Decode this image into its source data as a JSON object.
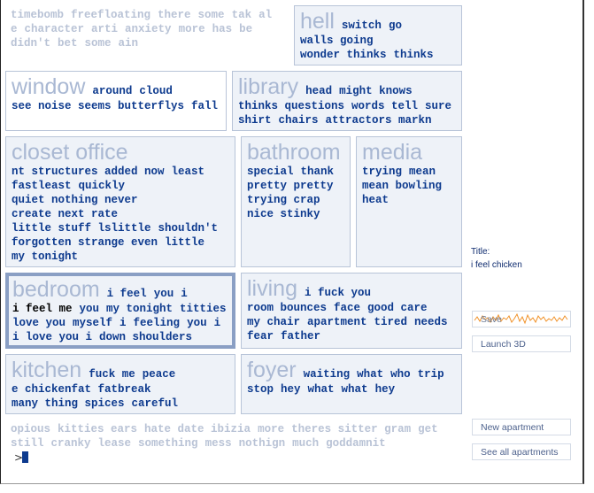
{
  "rooms": [
    "window",
    "library",
    "hell",
    "closet office",
    "living",
    "bathroom",
    "media",
    "bedroom",
    "kitchen",
    "foyer"
  ],
  "words": [
    "switch",
    "go",
    "walls going",
    "wonder thinks",
    "thinks",
    "around",
    "cloud",
    "see noise seems butterflys",
    "head",
    "fall",
    "might knows",
    "thinks questions",
    "words tell",
    "sure",
    "nt structures added now",
    "least",
    "shirt",
    "fastleast",
    "quickly",
    "chairs",
    "attractors markn",
    "special",
    "thank",
    "pretty pretty",
    "trying crap",
    "nice stinky",
    "trying",
    "mean",
    "mean bowling",
    "heat",
    "quiet nothing never",
    "create next rate",
    "little stuff lslittle",
    "shouldn't",
    "forgotten strange even",
    "i fuck you",
    "room bounces",
    "face",
    "little",
    "my tonight",
    "good care",
    "my chair",
    "apartment",
    "i feel",
    "tired",
    "you",
    "needs",
    "fear",
    "father",
    "i",
    "you",
    "my tonight",
    "titties",
    "love you",
    "myself",
    "i",
    "feeling",
    "you",
    "i",
    "i love you i",
    "down shoulders",
    "fuck me",
    "peace",
    "e chickenfat fatbreak",
    "many thing spices",
    "careful",
    "waiting",
    "what",
    "who",
    "trip",
    "stop",
    "hey",
    "what",
    "what",
    "hey"
  ],
  "highlight": "i feel me",
  "faint_words": [
    "timebomb",
    "freefloating",
    "there",
    "some",
    "tak",
    "al",
    "e",
    "character",
    "arti",
    "anxiety",
    "more",
    "has",
    "be",
    "didn't",
    "bet",
    "some",
    "ain",
    "opious",
    "kitties ears",
    "hate date ibizia",
    "more",
    "theres sitter gram",
    "get",
    "still",
    "cranky",
    "lease",
    "something",
    "mess",
    "nothign",
    "much",
    "goddamnit"
  ],
  "panel": {
    "title_label": "Title:",
    "title_value": "i feel chicken",
    "save": "Save",
    "launch": "Launch 3D",
    "new_apartment": "New apartment",
    "see_all": "See all apartments"
  },
  "prompt": ">",
  "colors": {
    "word": "#0d3a8e",
    "faint": "#cdd4e3",
    "room_fill": "#eef2f8",
    "room_stroke": "#b8c4d8",
    "bedroom_stroke": "#8a9fc4",
    "sparkline": "#f0922a"
  }
}
